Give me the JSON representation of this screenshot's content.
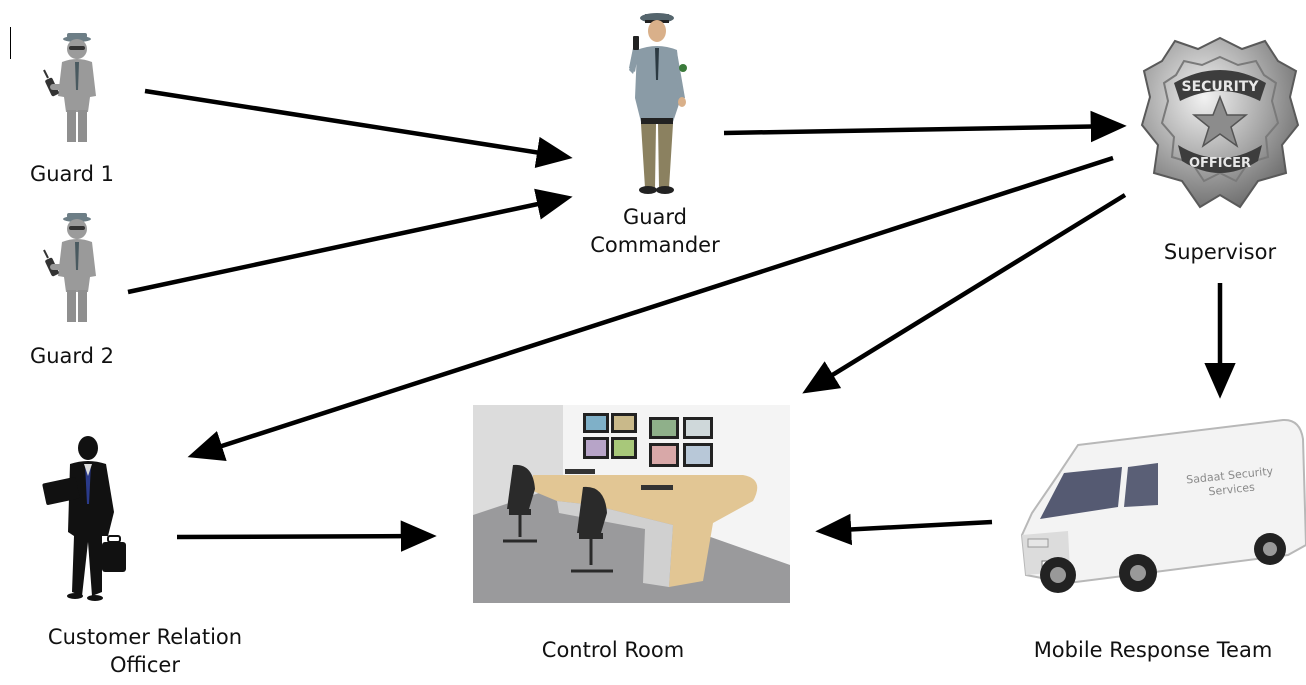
{
  "nodes": {
    "guard1": {
      "label": "Guard 1"
    },
    "guard2": {
      "label": "Guard 2"
    },
    "guard_commander": {
      "label_line1": "Guard",
      "label_line2": "Commander"
    },
    "supervisor": {
      "label": "Supervisor",
      "badge_top": "SECURITY",
      "badge_bottom": "OFFICER"
    },
    "customer_relation_officer": {
      "label_line1": "Customer Relation",
      "label_line2": "Officer"
    },
    "control_room": {
      "label": "Control Room"
    },
    "mobile_response_team": {
      "label": "Mobile Response Team",
      "van_text_line1": "Sadaat Security",
      "van_text_line2": "Services"
    }
  },
  "edges": [
    {
      "from": "Guard 1",
      "to": "Guard Commander"
    },
    {
      "from": "Guard 2",
      "to": "Guard Commander"
    },
    {
      "from": "Guard Commander",
      "to": "Supervisor"
    },
    {
      "from": "Supervisor",
      "to": "Customer Relation Officer"
    },
    {
      "from": "Supervisor",
      "to": "Control Room"
    },
    {
      "from": "Supervisor",
      "to": "Mobile Response Team"
    },
    {
      "from": "Customer Relation Officer",
      "to": "Control Room"
    },
    {
      "from": "Mobile Response Team",
      "to": "Control Room"
    }
  ]
}
